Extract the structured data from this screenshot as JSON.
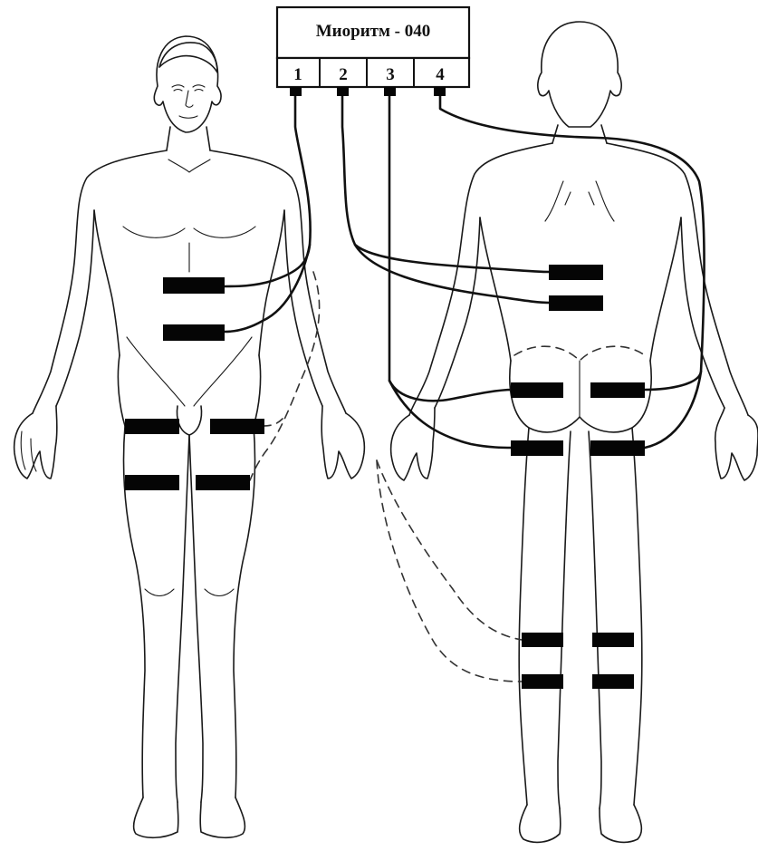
{
  "device": {
    "title": "Миоритм - 040",
    "channels": [
      "1",
      "2",
      "3",
      "4"
    ]
  },
  "colors": {
    "line": "#1a1a1a",
    "electrode": "#050505",
    "background": "#ffffff"
  }
}
